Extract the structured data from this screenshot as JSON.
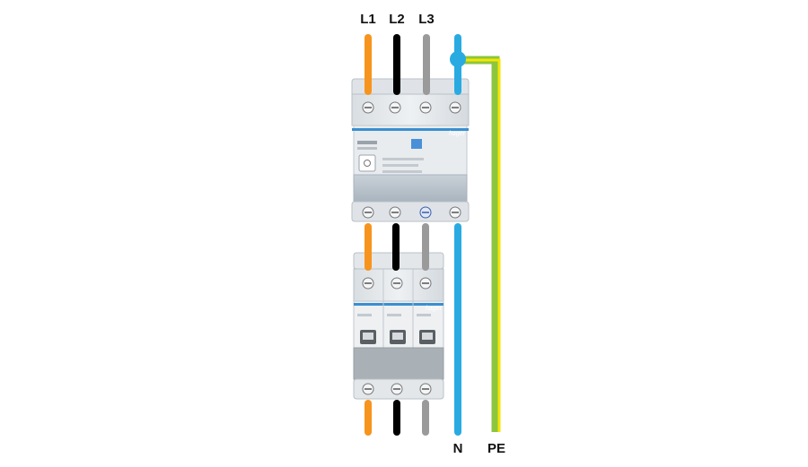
{
  "labels": {
    "l1": "L1",
    "l2": "L2",
    "l3": "L3",
    "n": "N",
    "pe": "PE"
  },
  "brand": "hager",
  "colors": {
    "l1": "#f7941d",
    "l2": "#000000",
    "l3": "#9a9a9a",
    "n": "#29abe2",
    "pe_green": "#8cc63f",
    "pe_yellow": "#f5e600",
    "device_body": "#e8ecef",
    "device_stripe": "#3a8fd0"
  },
  "icons": [
    "terminal-screw-icon",
    "junction-dot-icon",
    "test-button-icon",
    "toggle-lever-icon"
  ]
}
